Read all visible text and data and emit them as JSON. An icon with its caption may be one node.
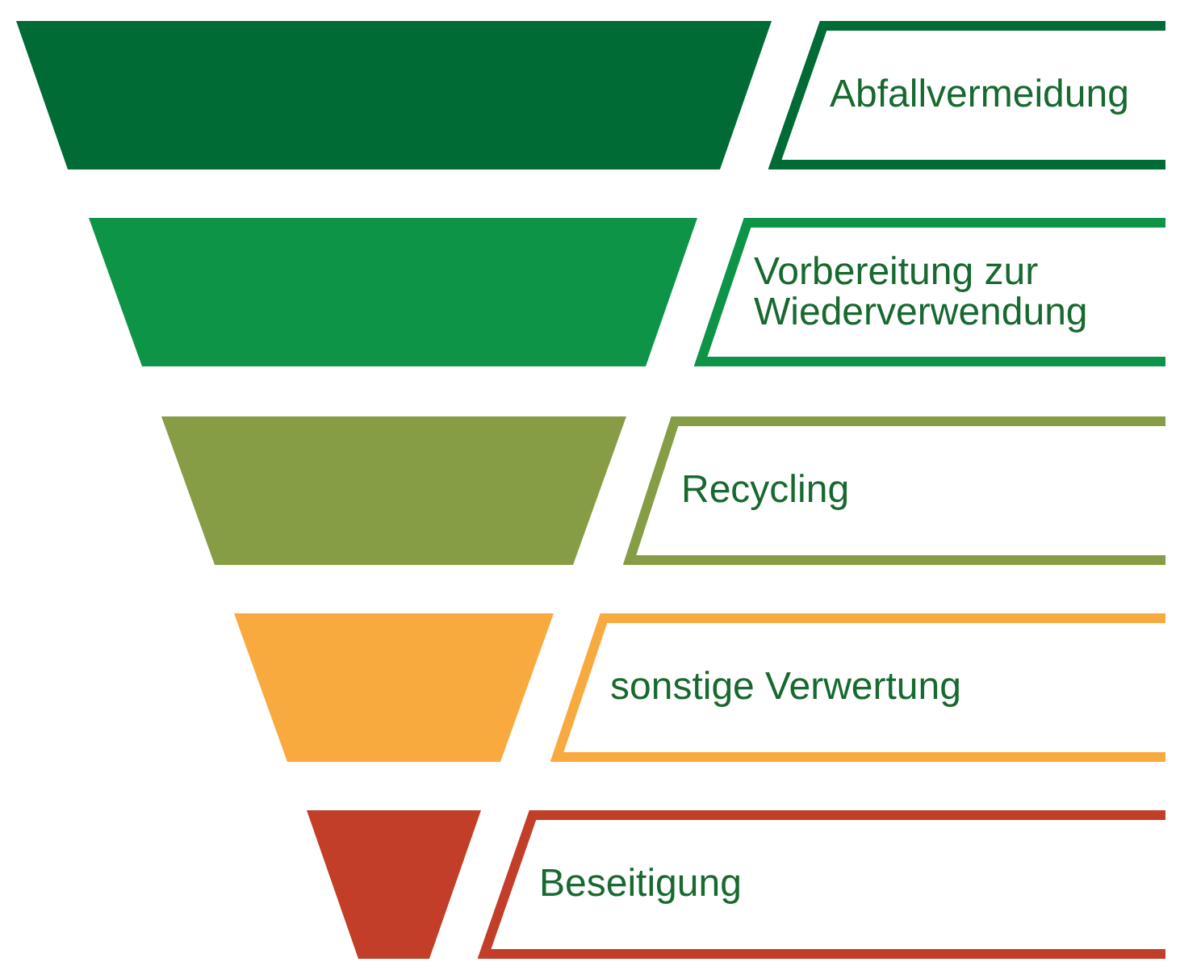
{
  "diagram": {
    "nodes": [
      {
        "text": [
          "Abfallvermeidung"
        ]
      },
      {
        "text": [
          "Vorbereitung zur Wiederverwendung"
        ]
      },
      {
        "text": [
          "Recycling"
        ]
      },
      {
        "text": [
          "sonstige Verwertung"
        ]
      },
      {
        "text": [
          "Beseitigung"
        ]
      }
    ]
  }
}
